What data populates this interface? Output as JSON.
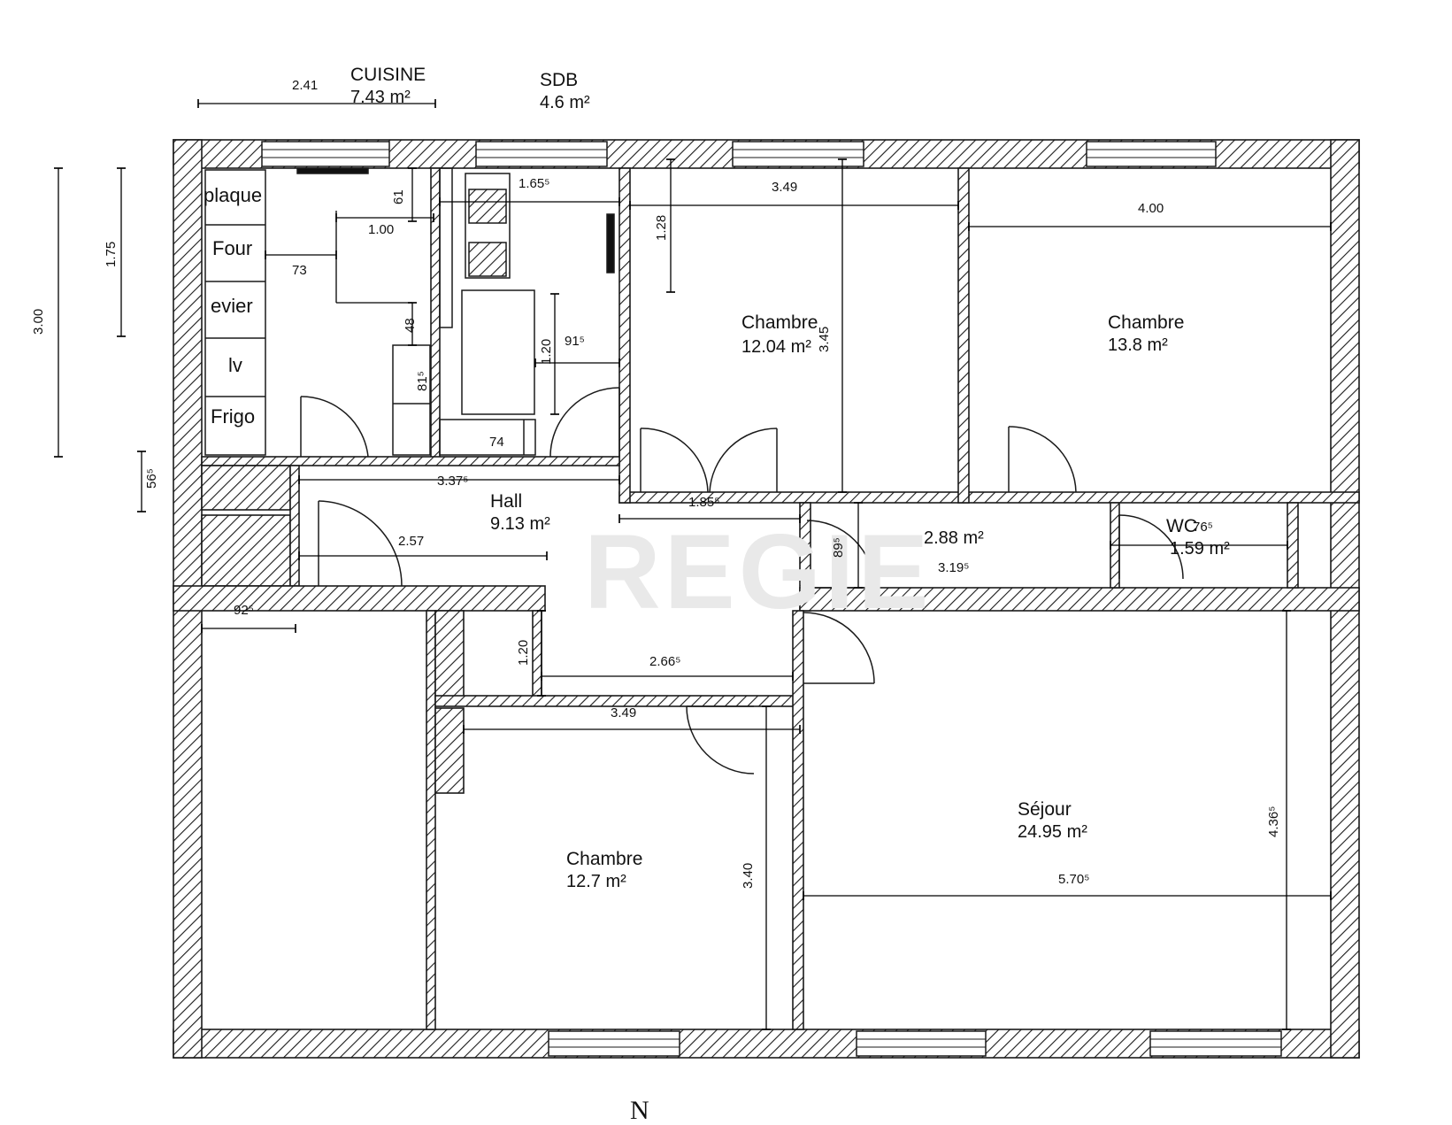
{
  "rooms": {
    "cuisine": {
      "name": "CUISINE",
      "area": "7.43 m²"
    },
    "sdb": {
      "name": "SDB",
      "area": "4.6 m²"
    },
    "chambre1": {
      "name": "Chambre",
      "area": "12.04 m²"
    },
    "chambre2": {
      "name": "Chambre",
      "area": "13.8 m²"
    },
    "hall": {
      "name": "Hall",
      "area": "9.13 m²"
    },
    "degagement": {
      "area": "2.88 m²"
    },
    "wc": {
      "name": "WC",
      "area": "1.59 m²"
    },
    "chambre3": {
      "name": "Chambre",
      "area": "12.7 m²"
    },
    "sejour": {
      "name": "Séjour",
      "area": "24.95 m²"
    }
  },
  "appliances": [
    "plaque",
    "Four",
    "evier",
    "lv",
    "Frigo"
  ],
  "dimensions": {
    "d_2_41": "2.41",
    "d_3_00": "3.00",
    "d_1_75": "1.75",
    "d_56_5": "56⁵",
    "d_61": "61",
    "d_1_00": "1.00",
    "d_73": "73",
    "d_48": "48",
    "d_81_5": "81⁵",
    "d_74": "74",
    "d_1_20_sdb": "1.20",
    "d_91_5": "91⁵",
    "d_1_65_5": "1.65⁵",
    "d_3_49_top": "3.49",
    "d_1_28": "1.28",
    "d_3_45": "3.45",
    "d_4_00": "4.00",
    "d_3_37_5": "3.37⁵",
    "d_1_85_5": "1.85⁵",
    "d_2_57": "2.57",
    "d_89_5": "89⁵",
    "d_3_19_5": "3.19⁵",
    "d_76_5": "76⁵",
    "d_92_5": "92⁵",
    "d_1_20_hall": "1.20",
    "d_2_66_5": "2.66⁵",
    "d_3_49_bottom": "3.49",
    "d_3_40": "3.40",
    "d_5_70_5": "5.70⁵",
    "d_4_36_5": "4.36⁵"
  },
  "compass": {
    "north": "N"
  },
  "watermark": "REGIE"
}
